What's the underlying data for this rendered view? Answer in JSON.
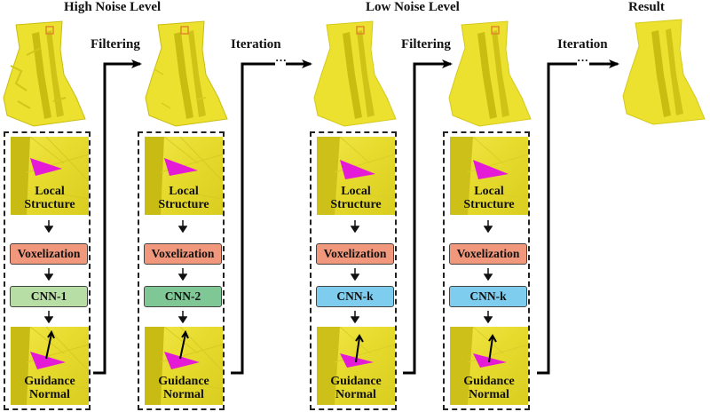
{
  "headers": {
    "high_noise": "High Noise Level",
    "low_noise": "Low Noise Level",
    "result": "Result"
  },
  "flow_labels": {
    "filtering_1": "Filtering",
    "iteration_1": "Iteration",
    "filtering_2": "Filtering",
    "iteration_2": "Iteration",
    "ellipsis": "···"
  },
  "columns": [
    {
      "local_line1": "Local",
      "local_line2": "Structure",
      "voxel": "Voxelization",
      "cnn": "CNN-1",
      "cnn_color": "#b7dfa5",
      "guide_line1": "Guidance",
      "guide_line2": "Normal"
    },
    {
      "local_line1": "Local",
      "local_line2": "Structure",
      "voxel": "Voxelization",
      "cnn": "CNN-2",
      "cnn_color": "#7fc794",
      "guide_line1": "Guidance",
      "guide_line2": "Normal"
    },
    {
      "local_line1": "Local",
      "local_line2": "Structure",
      "voxel": "Voxelization",
      "cnn": "CNN-k",
      "cnn_color": "#7fcdee",
      "guide_line1": "Guidance",
      "guide_line2": "Normal"
    },
    {
      "local_line1": "Local",
      "local_line2": "Structure",
      "voxel": "Voxelization",
      "cnn": "CNN-k",
      "cnn_color": "#7fcdee",
      "guide_line1": "Guidance",
      "guide_line2": "Normal"
    }
  ],
  "colors": {
    "mesh_yellow": "#ece12e",
    "mesh_shadow": "#c9bd12",
    "triangle_magenta": "#e41ad6",
    "voxel_box": "#f0977c",
    "marker_square": "#e0882a"
  }
}
